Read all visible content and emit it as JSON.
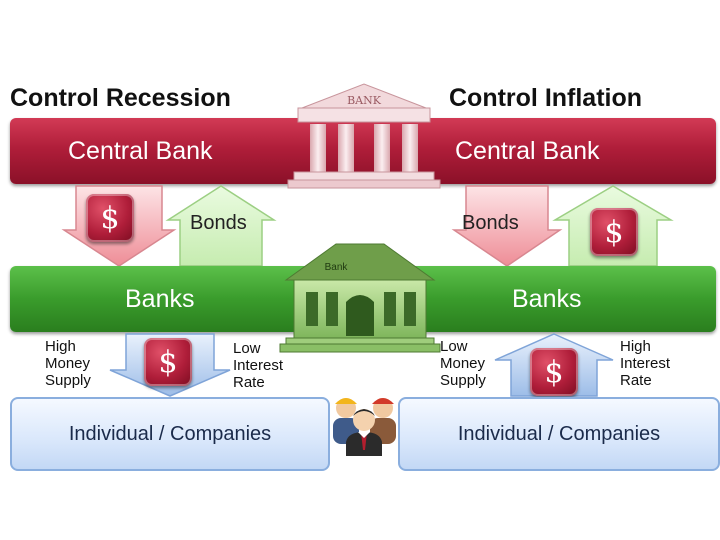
{
  "headings": {
    "left": "Control Recession",
    "right": "Control Inflation"
  },
  "central_bank": {
    "left_label": "Central Bank",
    "right_label": "Central Bank",
    "building_sign": "BANK"
  },
  "banks": {
    "left_label": "Banks",
    "right_label": "Banks",
    "building_sign": "Bank"
  },
  "flows_top": {
    "left_bonds": "Bonds",
    "right_bonds": "Bonds",
    "currency_symbol": "$"
  },
  "flows_bottom": {
    "left_outer": "High\nMoney\nSupply",
    "left_inner": "Low\nInterest\nRate",
    "right_outer": "Low\nMoney\nSupply",
    "right_inner": "High\nInterest\nRate"
  },
  "consumers": {
    "left_label": "Individual / Companies",
    "right_label": "Individual / Companies"
  },
  "colors": {
    "central_bank": "#b01e3a",
    "banks": "#3a9c2c",
    "consumer_box": "#d9e7fb",
    "arrow_down_red": "#f3a7ae",
    "arrow_up_green": "#d6f2c4",
    "arrow_blue": "#a9c6ee"
  }
}
